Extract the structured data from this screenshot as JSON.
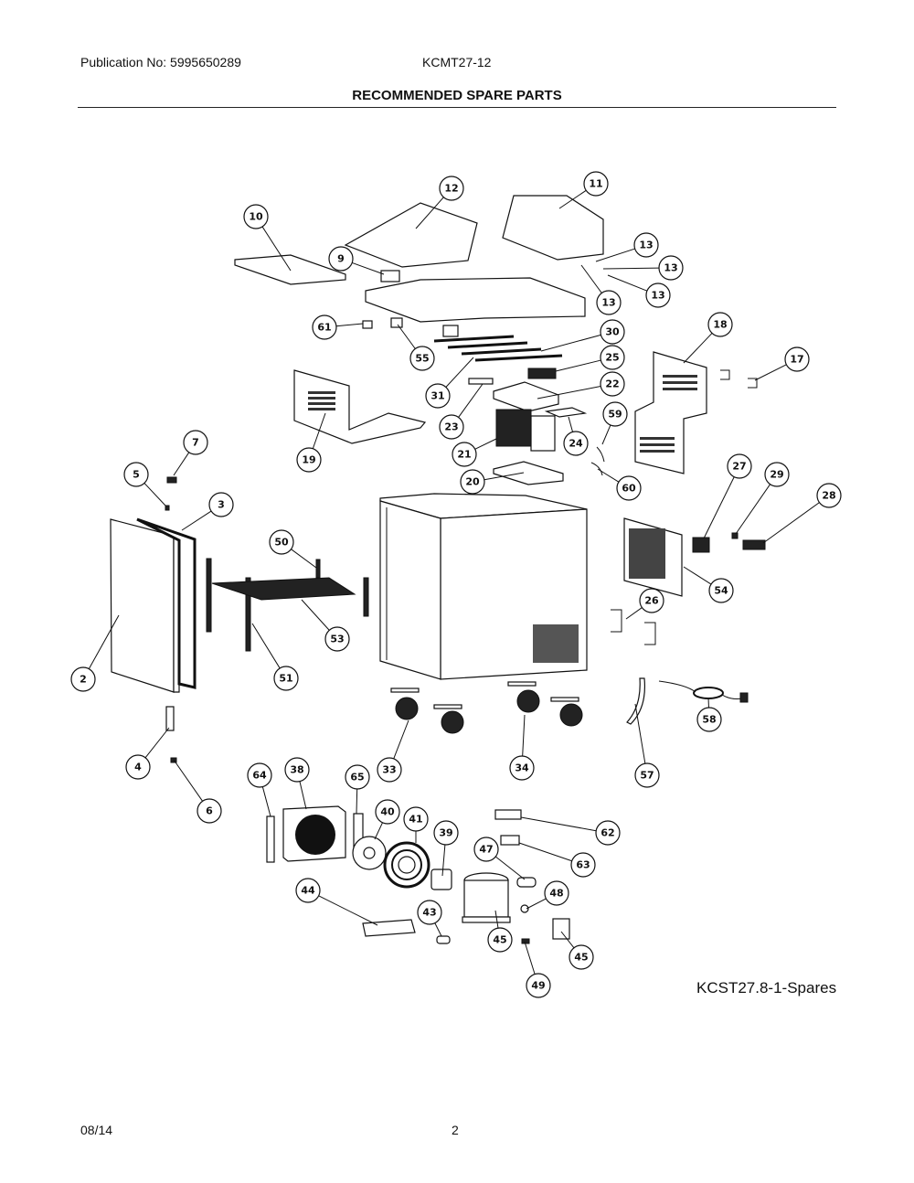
{
  "header": {
    "publication": "Publication No: 5995650289",
    "model": "KCMT27-12",
    "title": "RECOMMENDED SPARE PARTS"
  },
  "diagram": {
    "reference": "KCST27.8-1-Spares",
    "callouts": [
      {
        "id": "10",
        "label": "10"
      },
      {
        "id": "12",
        "label": "12"
      },
      {
        "id": "11",
        "label": "11"
      },
      {
        "id": "9",
        "label": "9"
      },
      {
        "id": "13a",
        "label": "13"
      },
      {
        "id": "13b",
        "label": "13"
      },
      {
        "id": "13c",
        "label": "13"
      },
      {
        "id": "13d",
        "label": "13"
      },
      {
        "id": "61",
        "label": "61"
      },
      {
        "id": "55",
        "label": "55"
      },
      {
        "id": "30",
        "label": "30"
      },
      {
        "id": "18",
        "label": "18"
      },
      {
        "id": "25",
        "label": "25"
      },
      {
        "id": "17",
        "label": "17"
      },
      {
        "id": "31",
        "label": "31"
      },
      {
        "id": "22",
        "label": "22"
      },
      {
        "id": "19",
        "label": "19"
      },
      {
        "id": "23",
        "label": "23"
      },
      {
        "id": "59",
        "label": "59"
      },
      {
        "id": "24",
        "label": "24"
      },
      {
        "id": "7",
        "label": "7"
      },
      {
        "id": "21",
        "label": "21"
      },
      {
        "id": "5",
        "label": "5"
      },
      {
        "id": "20",
        "label": "20"
      },
      {
        "id": "60",
        "label": "60"
      },
      {
        "id": "27",
        "label": "27"
      },
      {
        "id": "29",
        "label": "29"
      },
      {
        "id": "3",
        "label": "3"
      },
      {
        "id": "28",
        "label": "28"
      },
      {
        "id": "50",
        "label": "50"
      },
      {
        "id": "54",
        "label": "54"
      },
      {
        "id": "26",
        "label": "26"
      },
      {
        "id": "53",
        "label": "53"
      },
      {
        "id": "2",
        "label": "2"
      },
      {
        "id": "51",
        "label": "51"
      },
      {
        "id": "58",
        "label": "58"
      },
      {
        "id": "4",
        "label": "4"
      },
      {
        "id": "33",
        "label": "33"
      },
      {
        "id": "34",
        "label": "34"
      },
      {
        "id": "57",
        "label": "57"
      },
      {
        "id": "64",
        "label": "64"
      },
      {
        "id": "38",
        "label": "38"
      },
      {
        "id": "65",
        "label": "65"
      },
      {
        "id": "6",
        "label": "6"
      },
      {
        "id": "40",
        "label": "40"
      },
      {
        "id": "41",
        "label": "41"
      },
      {
        "id": "39",
        "label": "39"
      },
      {
        "id": "62",
        "label": "62"
      },
      {
        "id": "47",
        "label": "47"
      },
      {
        "id": "63",
        "label": "63"
      },
      {
        "id": "48",
        "label": "48"
      },
      {
        "id": "44",
        "label": "44"
      },
      {
        "id": "43",
        "label": "43"
      },
      {
        "id": "45a",
        "label": "45"
      },
      {
        "id": "45b",
        "label": "45"
      },
      {
        "id": "49",
        "label": "49"
      }
    ]
  },
  "footer": {
    "date": "08/14",
    "page": "2"
  }
}
